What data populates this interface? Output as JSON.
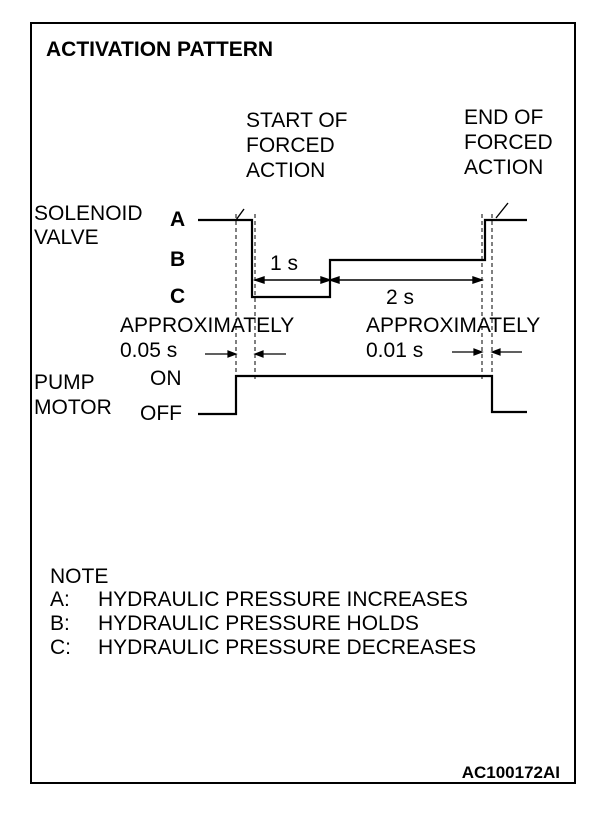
{
  "title": "ACTIVATION PATTERN",
  "diagram": {
    "start_label": [
      "START OF",
      "FORCED",
      "ACTION"
    ],
    "end_label": [
      "END OF",
      "FORCED",
      "ACTION"
    ],
    "solenoid_label": [
      "SOLENOID",
      "VALVE"
    ],
    "levels": [
      "A",
      "B",
      "C"
    ],
    "interval_1": "1 s",
    "interval_2": "2 s",
    "approx_left": [
      "APPROXIMATELY",
      "0.05 s"
    ],
    "approx_right": [
      "APPROXIMATELY",
      "0.01 s"
    ],
    "pump_label": [
      "PUMP",
      "MOTOR"
    ],
    "on_label": "ON",
    "off_label": "OFF"
  },
  "note": {
    "heading": "NOTE",
    "items": [
      {
        "key": "A:",
        "text": "HYDRAULIC PRESSURE INCREASES"
      },
      {
        "key": "B:",
        "text": "HYDRAULIC PRESSURE HOLDS"
      },
      {
        "key": "C:",
        "text": "HYDRAULIC PRESSURE DECREASES"
      }
    ]
  },
  "figure_code": "AC100172AI"
}
